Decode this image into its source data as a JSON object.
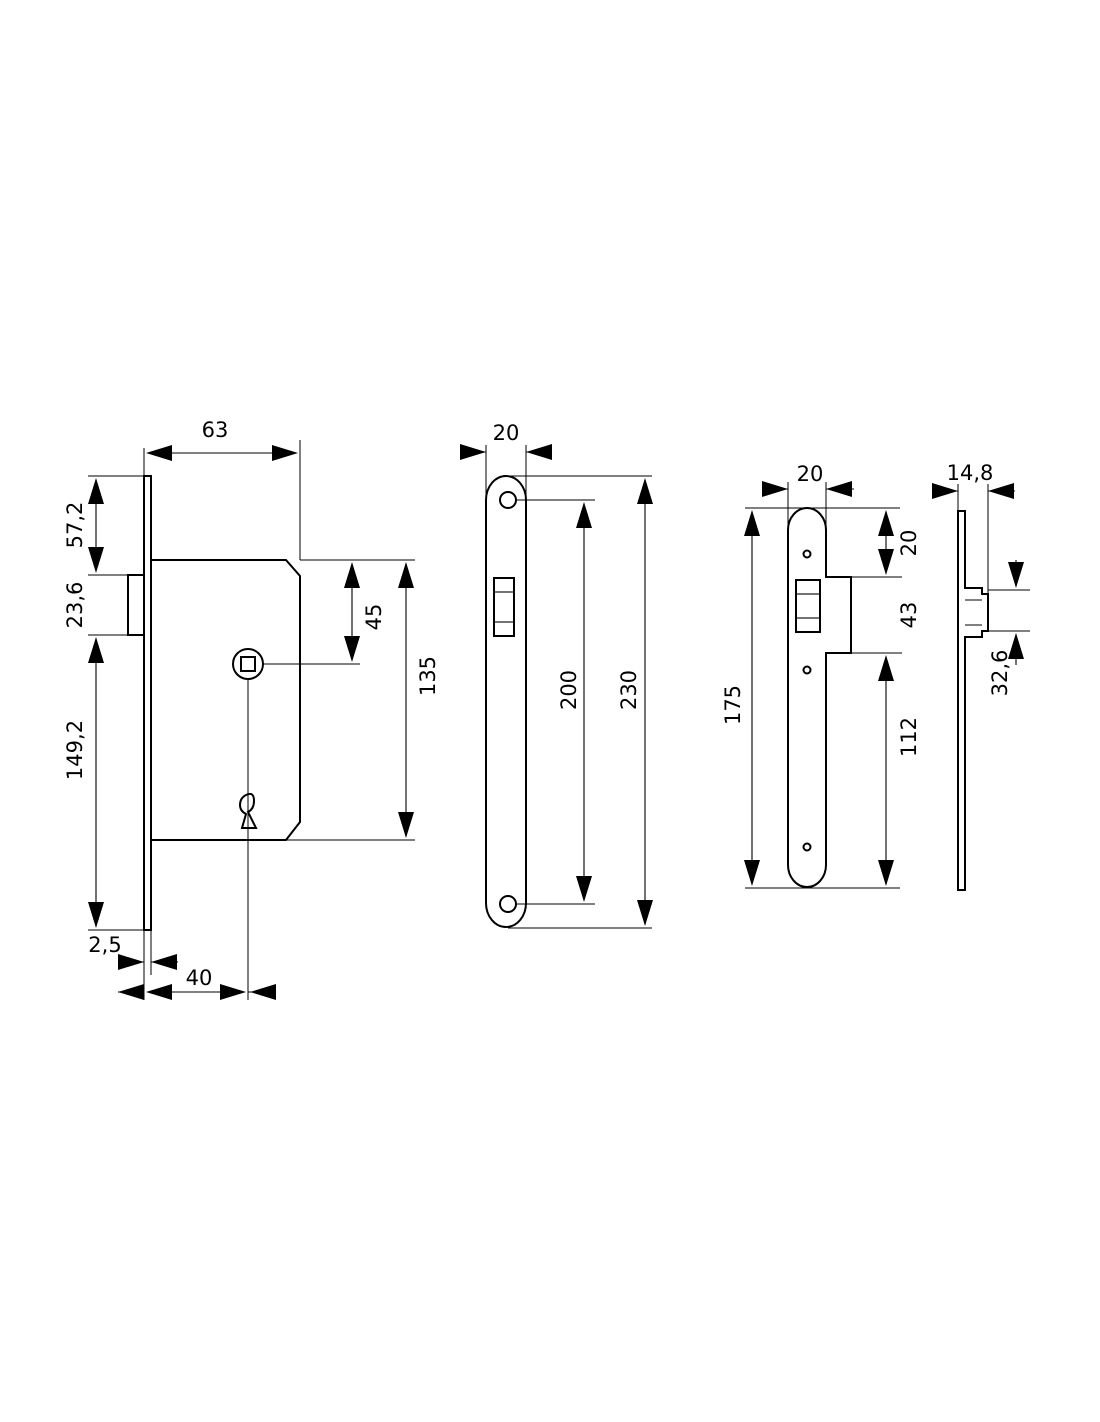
{
  "drawing": {
    "colors": {
      "line": "#000000",
      "background": "#ffffff"
    },
    "lock_body": {
      "dim_width": "63",
      "dim_top_to_latch": "57,2",
      "dim_latch_height": "23,6",
      "dim_follower_to_bottom": "149,2",
      "dim_case_follower_offset": "45",
      "dim_case_height": "135",
      "dim_faceplate_thickness": "2,5",
      "dim_backset": "40"
    },
    "faceplate": {
      "dim_width": "20",
      "dim_screw_spacing": "200",
      "dim_height": "230"
    },
    "strike_plate": {
      "dim_width": "20",
      "dim_top_section": "20",
      "dim_opening": "43",
      "dim_bottom_section": "112",
      "dim_height": "175"
    },
    "strike_side": {
      "dim_depth": "14,8",
      "dim_lip": "32,6"
    }
  }
}
